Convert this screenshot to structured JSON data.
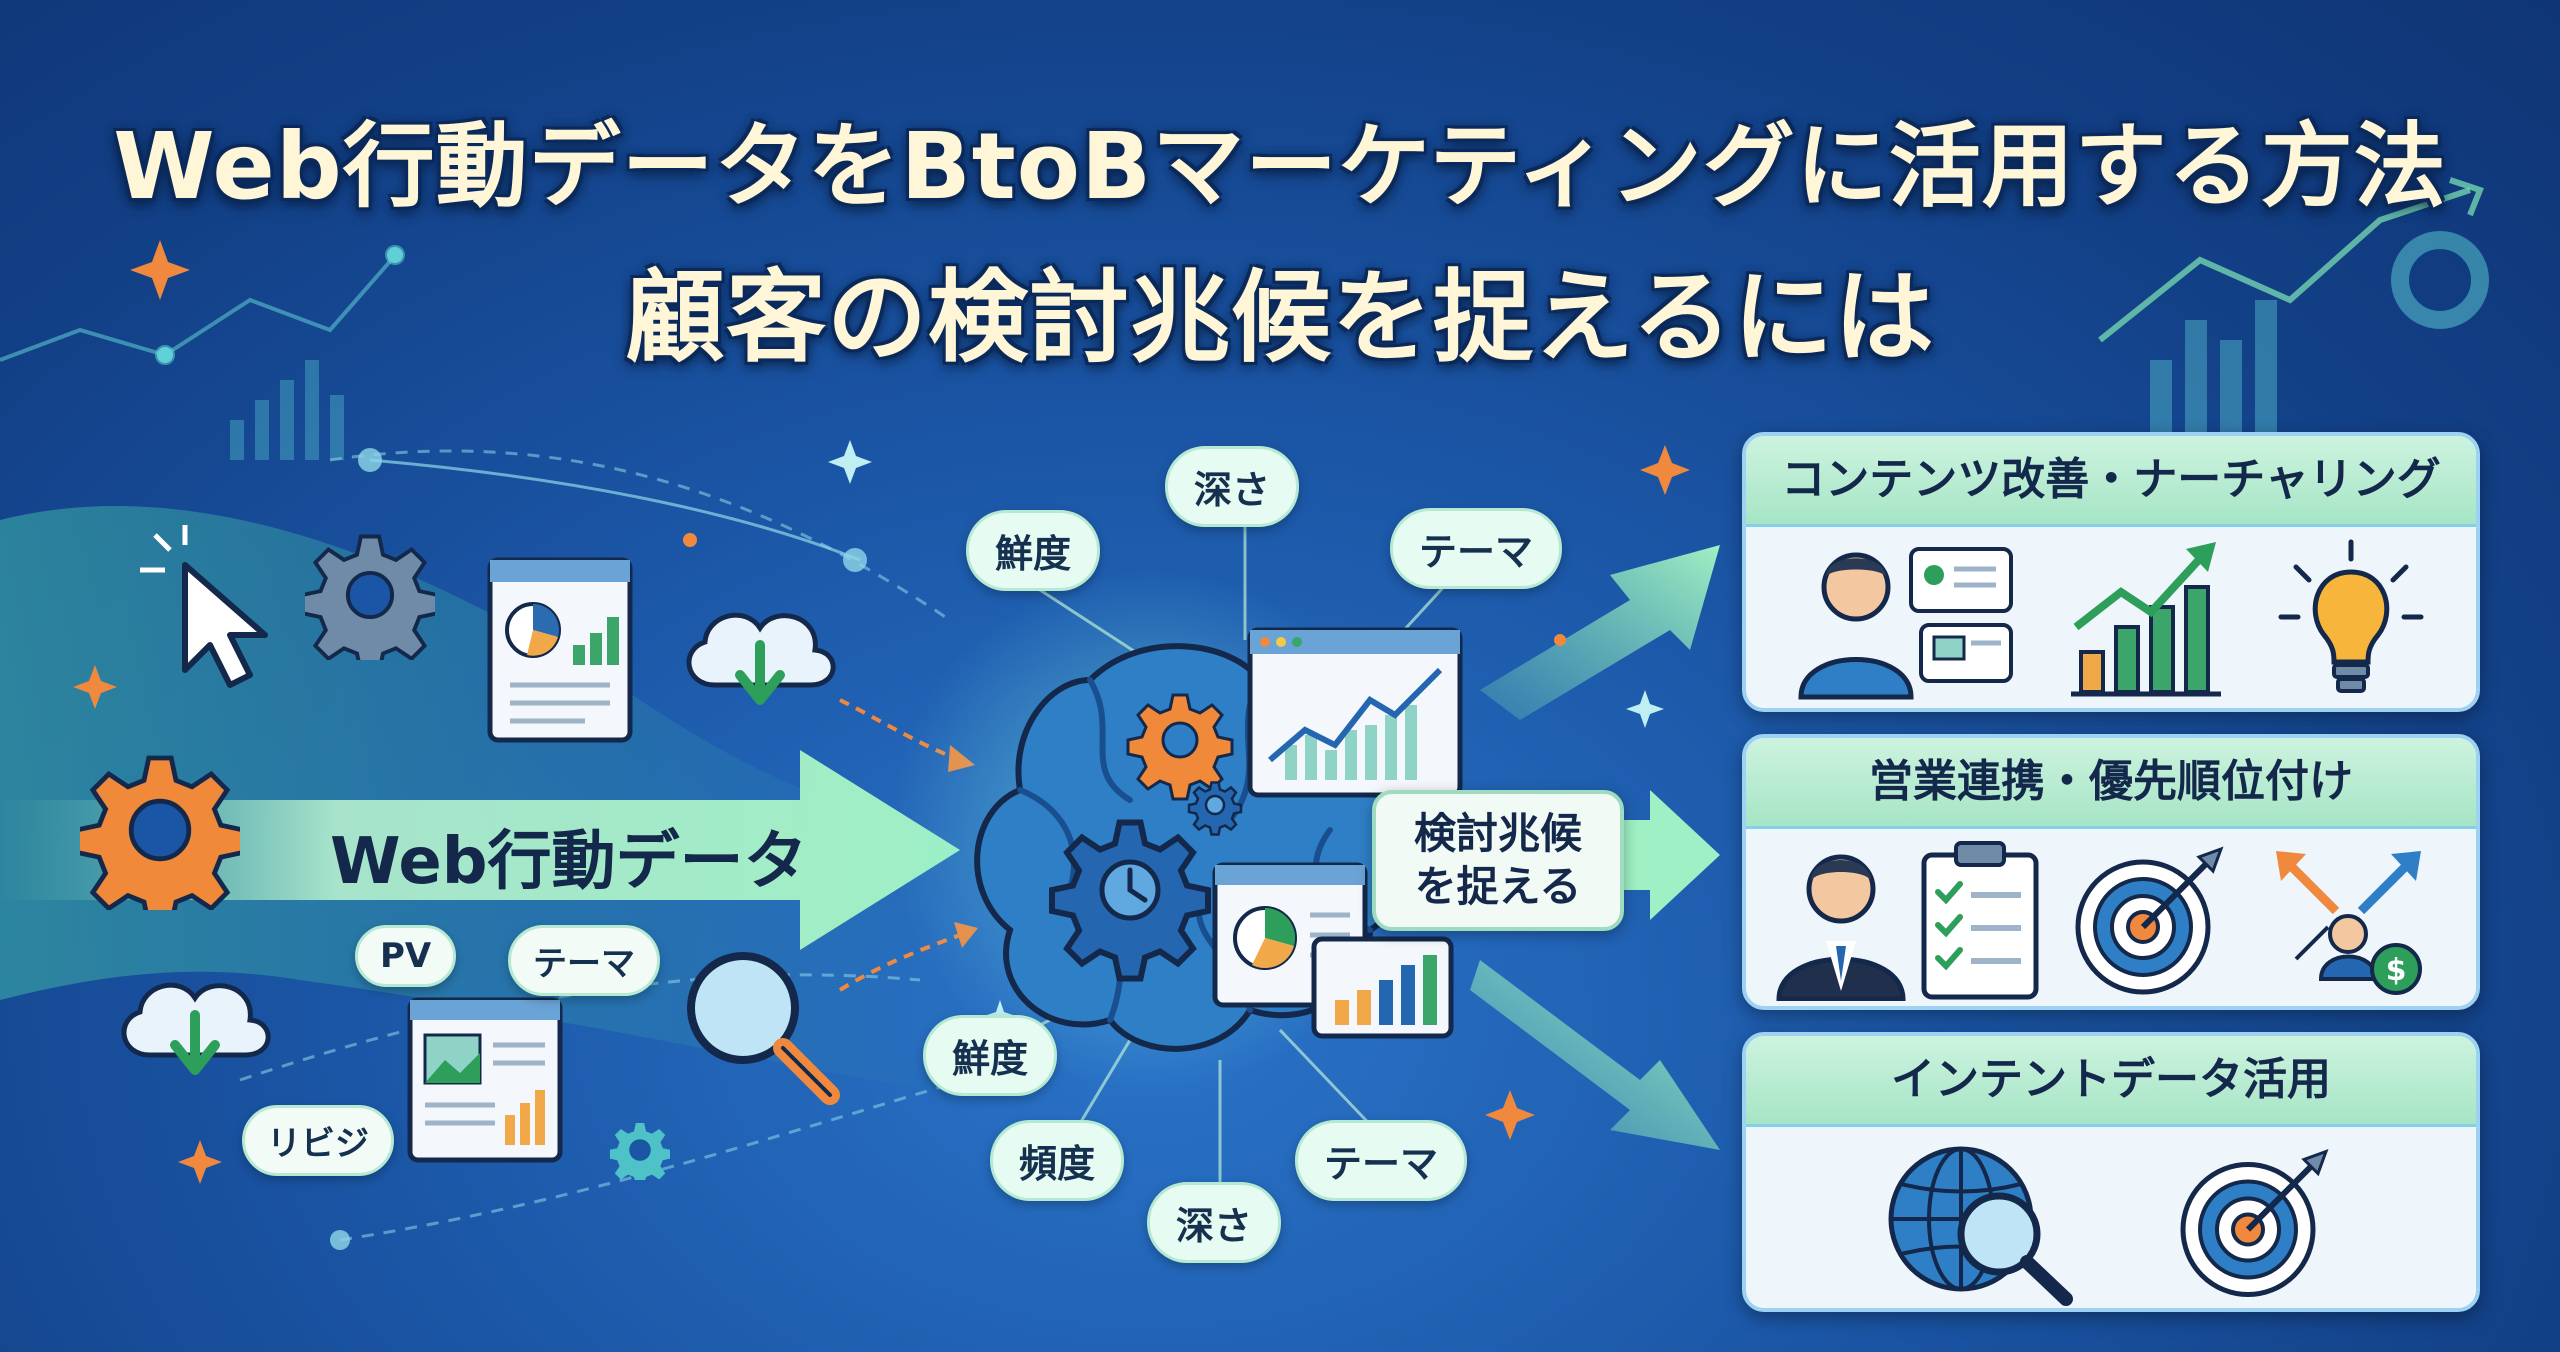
{
  "title": {
    "line1": "Web行動データをBtoBマーケティングに活用する方法",
    "line2": "顧客の検討兆候を捉えるには"
  },
  "input": {
    "arrow_label": "Web行動データ",
    "tags": [
      "PV",
      "テーマ",
      "リビジ"
    ]
  },
  "analysis": {
    "top_tags": [
      "深さ",
      "鮮度",
      "テーマ"
    ],
    "bottom_tags": [
      "鮮度",
      "頻度",
      "深さ",
      "テーマ"
    ],
    "center_label_line1": "検討兆候",
    "center_label_line2": "を捉える"
  },
  "outputs": [
    {
      "title": "コンテンツ改善・ナーチャリング",
      "icons": [
        "user-profile-icon",
        "growth-chart-icon",
        "lightbulb-icon"
      ]
    },
    {
      "title": "営業連携・優先順位付け",
      "icons": [
        "businessman-icon",
        "checklist-icon",
        "target-icon",
        "priority-arrows-icon"
      ]
    },
    {
      "title": "インテントデータ活用",
      "icons": [
        "globe-search-icon",
        "target-icon"
      ]
    }
  ],
  "colors": {
    "background": "#1b56a6",
    "title_text": "#fff6d8",
    "arrow_green": "#8fe3b4",
    "accent_orange": "#f0883e",
    "panel_head": "#a6e5c6"
  }
}
